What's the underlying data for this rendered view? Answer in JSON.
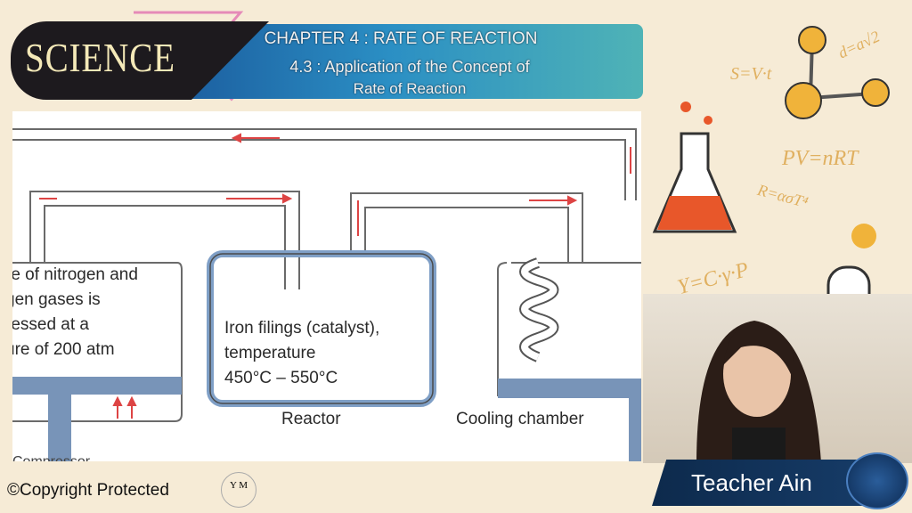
{
  "header": {
    "brand": "SCIENCE",
    "chapter": "CHAPTER 4 : RATE OF REACTION",
    "subtopic_line1": "4.3 : Application of the Concept of",
    "subtopic_line2": "Rate of Reaction"
  },
  "diagram": {
    "mixture_lines": [
      "re of nitrogen and",
      "gen gases is",
      "ressed at a",
      "ure of 200 atm"
    ],
    "reactor_lines": [
      "Iron filings (catalyst),",
      "temperature",
      "450°C – 550°C"
    ],
    "reactor_label": "Reactor",
    "cooling_label": "Cooling chamber",
    "compressor_label": "Compressor"
  },
  "decor_formulas": [
    "S=V·t",
    "d=a√2",
    "PV=nRT",
    "R=ασT⁴",
    "Y=C·γ·P"
  ],
  "presenter": {
    "name": "Teacher Ain"
  },
  "footer": {
    "copyright": "©Copyright Protected",
    "logo_text": "Y M"
  }
}
